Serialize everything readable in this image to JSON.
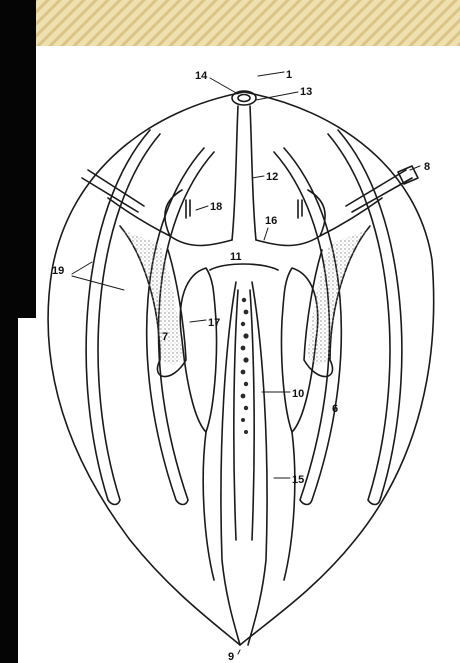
{
  "colors": {
    "banner_light": "#efe0b0",
    "banner_dark": "#dcc486",
    "side_bar": "#050505",
    "line_art": "#1a1a1a",
    "stipple": "#9a9a9a"
  },
  "diagram": {
    "labels": {
      "l1": "1",
      "l6": "6",
      "l7": "7",
      "l8": "8",
      "l9": "9",
      "l10": "10",
      "l11": "11",
      "l12": "12",
      "l13": "13",
      "l14": "14",
      "l15": "15",
      "l16": "16",
      "l17": "17",
      "l18": "18",
      "l19": "19"
    }
  }
}
